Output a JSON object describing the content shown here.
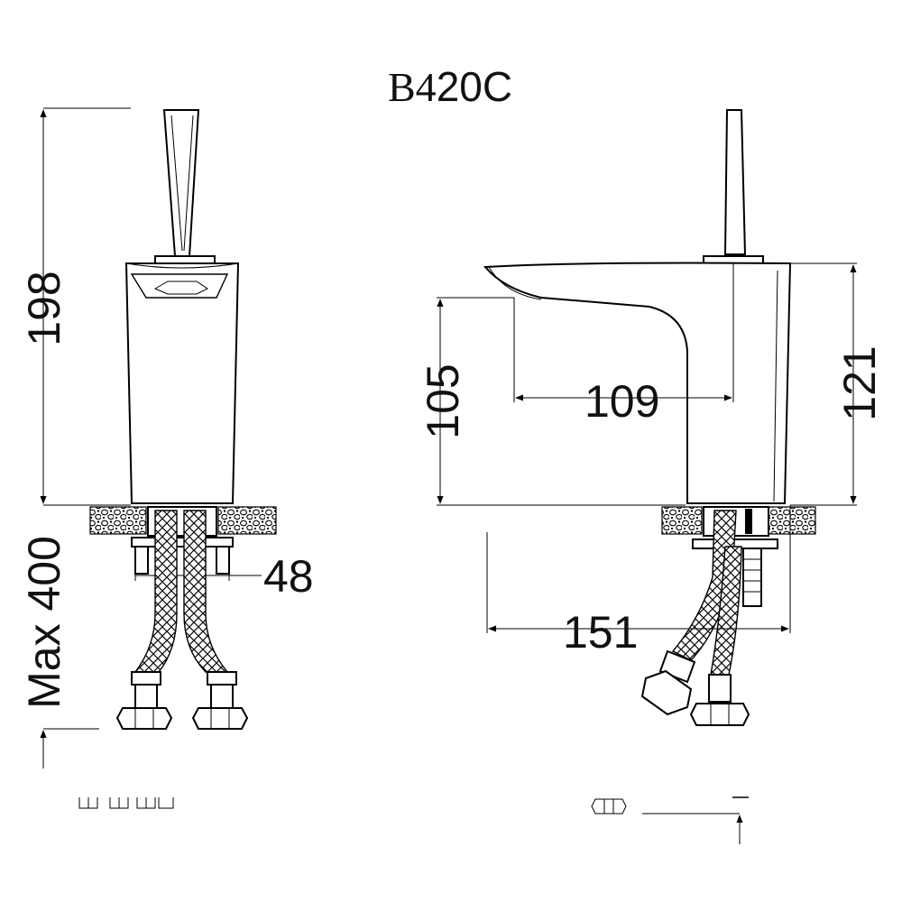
{
  "title": {
    "prefix": "B4",
    "suffix": "20C"
  },
  "dimensions": {
    "total_height": "198",
    "hose_length": "Max 400",
    "hole_spacing": "48",
    "spout_height": "105",
    "spout_reach": "109",
    "body_height": "121",
    "depth": "151"
  },
  "colors": {
    "line": "#000000",
    "background": "#ffffff"
  }
}
